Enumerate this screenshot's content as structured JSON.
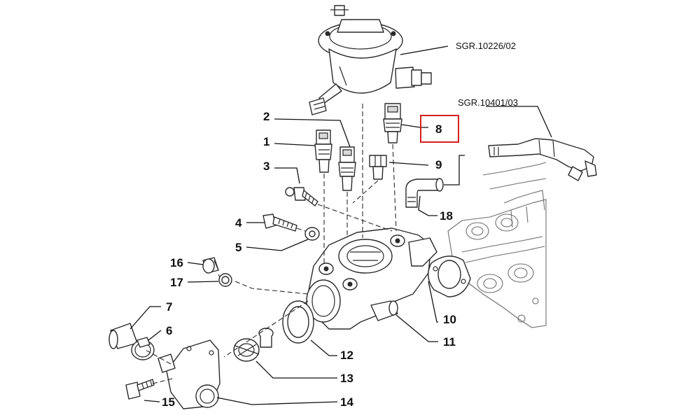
{
  "refs": {
    "top": "SGR.10226/02",
    "right": "SGR.10401/03"
  },
  "labels": {
    "p1": "1",
    "p2": "2",
    "p3": "3",
    "p4": "4",
    "p5": "5",
    "p6": "6",
    "p7": "7",
    "p8": "8",
    "p9": "9",
    "p10": "10",
    "p11": "11",
    "p12": "12",
    "p13": "13",
    "p14": "14",
    "p15": "15",
    "p16": "16",
    "p17": "17",
    "p18": "18"
  },
  "highlight": {
    "part": "8",
    "color": "#d42020"
  },
  "colors": {
    "line": "#2a2a2a",
    "engine": "#6e6e6e",
    "background": "#ffffff"
  }
}
